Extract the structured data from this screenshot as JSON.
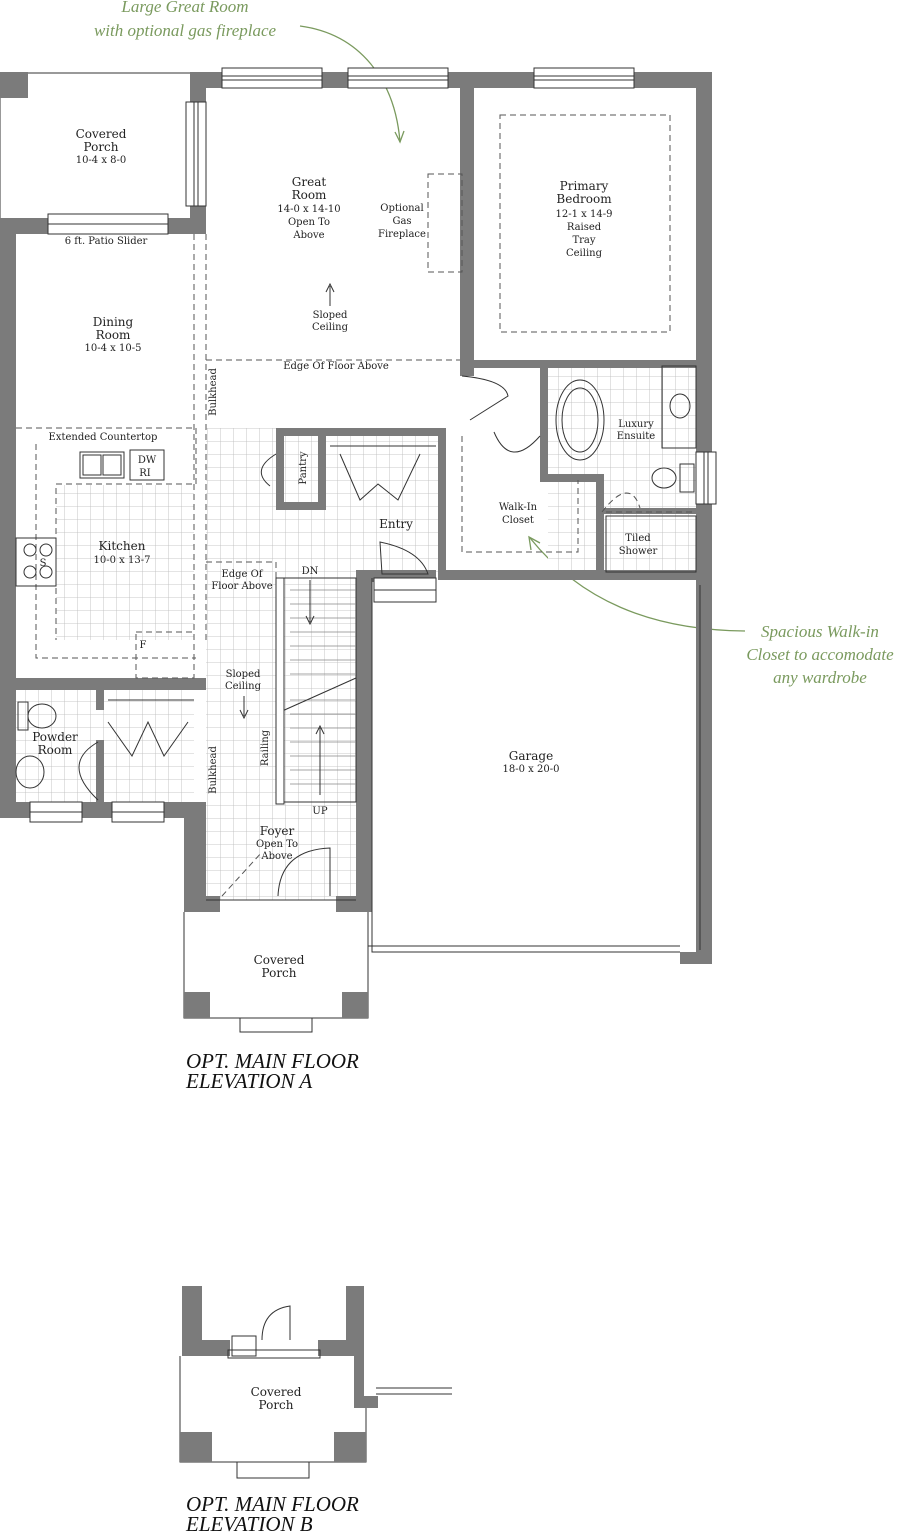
{
  "callouts": {
    "great_room": [
      "Large Great Room",
      "with optional gas fireplace"
    ],
    "walk_in": [
      "Spacious Walk-in",
      "Closet to accomodate",
      "any wardrobe"
    ],
    "color": "#7a9a5e"
  },
  "rooms": {
    "covered_porch_rear": [
      "Covered",
      "Porch",
      "10-4 x 8-0"
    ],
    "great_room": [
      "Great",
      "Room",
      "14-0 x 14-10",
      "Open To",
      "Above"
    ],
    "fireplace": [
      "Optional",
      "Gas",
      "Fireplace"
    ],
    "primary_bedroom": [
      "Primary",
      "Bedroom",
      "12-1 x 14-9",
      "Raised",
      "Tray",
      "Ceiling"
    ],
    "dining_room": [
      "Dining",
      "Room",
      "10-4 x 10-5"
    ],
    "kitchen": [
      "Kitchen",
      "10-0 x 13-7"
    ],
    "powder_room": [
      "Powder",
      "Room"
    ],
    "pantry": "Pantry",
    "entry": "Entry",
    "walk_in_closet": [
      "Walk-In",
      "Closet"
    ],
    "luxury_ensuite": [
      "Luxury",
      "Ensuite"
    ],
    "tiled_shower": [
      "Tiled",
      "Shower"
    ],
    "garage": [
      "Garage",
      "18-0 x 20-0"
    ],
    "foyer": [
      "Foyer",
      "Open To",
      "Above"
    ],
    "covered_porch_front": [
      "Covered",
      "Porch"
    ],
    "covered_porch_b": [
      "Covered",
      "Porch"
    ]
  },
  "notes": {
    "patio_slider": "6 ft. Patio Slider",
    "sloped_ceiling_great": [
      "Sloped",
      "Ceiling"
    ],
    "edge_floor_above_top": "Edge Of Floor Above",
    "bulkhead_upper": "Bulkhead",
    "bulkhead_lower": "Bulkhead",
    "extended_countertop": "Extended Countertop",
    "dw": "DW",
    "ri": "RI",
    "stove": "S",
    "fridge": "F",
    "edge_floor_above_stair": [
      "Edge Of",
      "Floor Above"
    ],
    "dn": "DN",
    "up": "UP",
    "railing": "Railing",
    "sloped_ceiling_stair": [
      "Sloped",
      "Ceiling"
    ]
  },
  "elevations": {
    "a": [
      "OPT. MAIN FLOOR",
      "ELEVATION A"
    ],
    "b": [
      "OPT. MAIN FLOOR",
      "ELEVATION B"
    ]
  }
}
